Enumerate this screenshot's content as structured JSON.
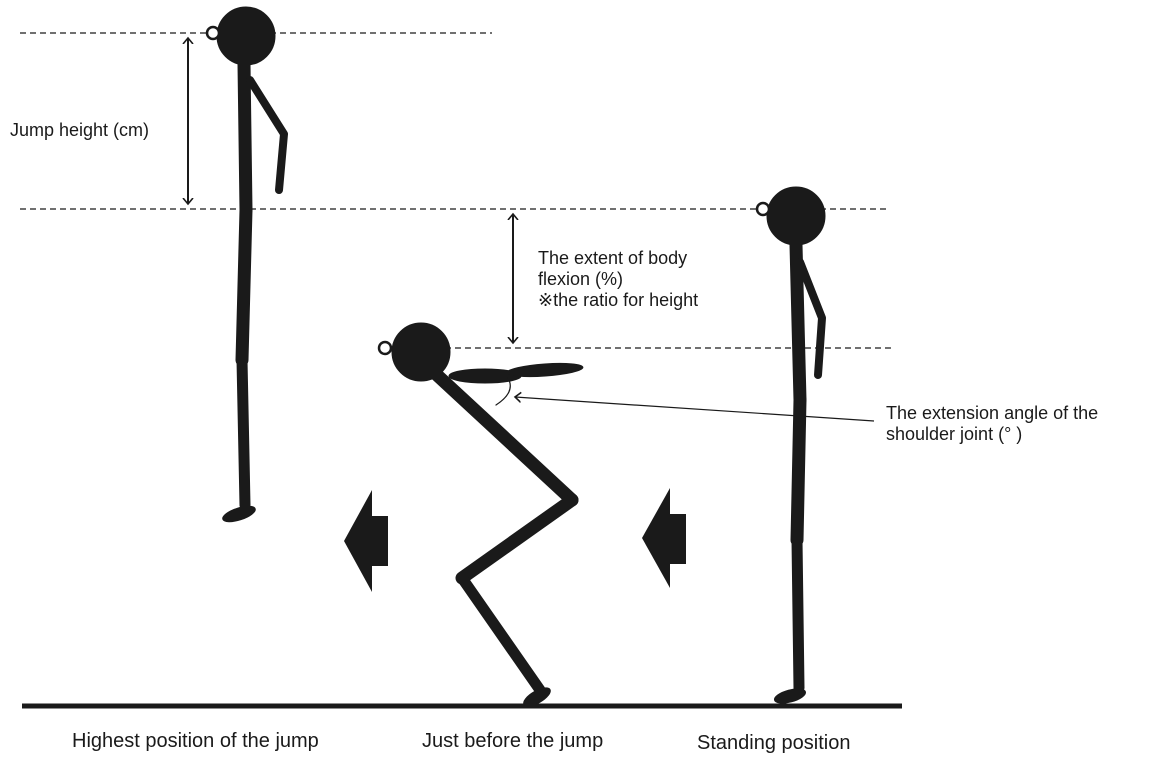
{
  "annotations": {
    "jump_height": "Jump height (cm)",
    "body_flexion": {
      "line1": "The extent of body",
      "line2": "flexion (%)",
      "line3": "※the ratio for height"
    },
    "shoulder_angle": {
      "line1": "The extension angle of the",
      "line2": "shoulder joint (° )"
    }
  },
  "phases": {
    "highest": "Highest position of the jump",
    "before": "Just before the jump",
    "standing": "Standing position"
  },
  "colors": {
    "figure": "#1a1a1a",
    "background": "#ffffff"
  },
  "icons": {
    "direction_arrows": "left-arrow-icon"
  }
}
